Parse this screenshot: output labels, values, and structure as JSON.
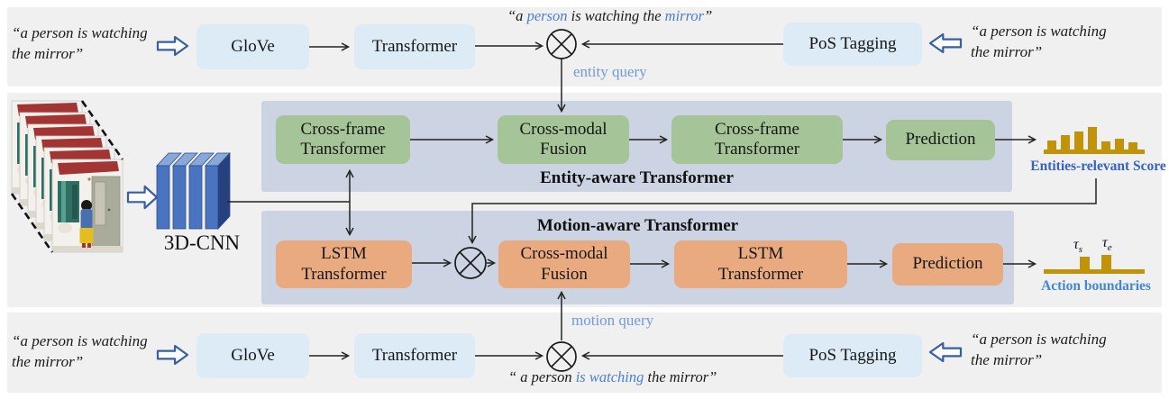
{
  "colors": {
    "green_box": "#a5c497",
    "orange_box": "#eaaa80",
    "blue_box": "#dcebf6",
    "panel_bg": "#ccd4e3",
    "band_bg": "#f0f0f0",
    "gold": "#c09309",
    "highlight_blue": "#4a7fd0",
    "score_label_blue": "#3462c6",
    "boundary_label_blue": "#4287d2",
    "query_blue": "#6f9ad8",
    "block_arrow_blue": "#3a5f9f"
  },
  "rows": {
    "top": {
      "input_line1": "“a person is watching",
      "input_line2": "the mirror”",
      "glove": "GloVe",
      "transformer": "Transformer",
      "pos": "PoS Tagging",
      "query_label": "entity query",
      "sentence": {
        "pre": "“a ",
        "hl1": "person",
        "mid": " is watching the ",
        "hl2": "mirror",
        "post": "”"
      },
      "side_line1": "“a person is watching",
      "side_line2": "the mirror”"
    },
    "bottom": {
      "input_line1": "“a person is watching",
      "input_line2": "the mirror”",
      "glove": "GloVe",
      "transformer": "Transformer",
      "pos": "PoS Tagging",
      "query_label": "motion query",
      "sentence": {
        "pre": "“ a person ",
        "hl1": "is watching",
        "post": " the mirror”"
      },
      "side_line1": "“a person is watching",
      "side_line2": "the mirror”"
    }
  },
  "entity_panel": {
    "title": "Entity-aware Transformer",
    "box1_line1": "Cross-frame",
    "box1_line2": "Transformer",
    "box2_line1": "Cross-modal",
    "box2_line2": "Fusion",
    "box3_line1": "Cross-frame",
    "box3_line2": "Transformer",
    "box4": "Prediction"
  },
  "motion_panel": {
    "title": "Motion-aware Transformer",
    "box1_line1": "LSTM",
    "box1_line2": "Transformer",
    "box2_line1": "Cross-modal",
    "box2_line2": "Fusion",
    "box3_line1": "LSTM",
    "box3_line2": "Transformer",
    "box4": "Prediction"
  },
  "video": {
    "cnn_label": "3D-CNN"
  },
  "outputs": {
    "score_label": "Entities-relevant Score",
    "score_bars": [
      10,
      16,
      20,
      25,
      9,
      12,
      8
    ],
    "boundaries_label": "Action boundaries",
    "tau": "τ",
    "tau_start_sub": "s",
    "tau_end_sub": "e"
  }
}
